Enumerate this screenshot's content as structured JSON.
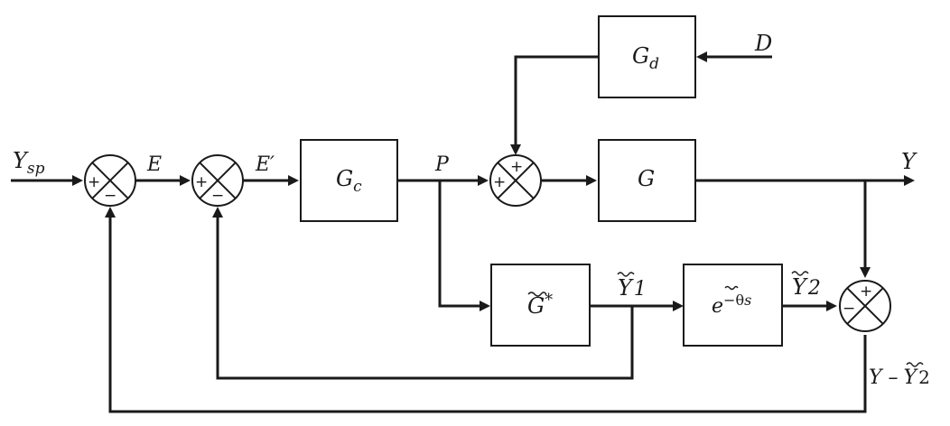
{
  "signals": {
    "setpoint": "Y",
    "setpoint_sub": "sp",
    "error": "E",
    "error_prime": "E′",
    "controller_output": "P",
    "output": "Y",
    "disturbance": "D",
    "model_output_1": "Y",
    "model_output_1_sub": "1",
    "model_output_2": "Y",
    "model_output_2_sub": "2",
    "feedback_label": "Y –",
    "feedback_label_var": "Y",
    "feedback_label_sub": "2"
  },
  "blocks": {
    "controller": {
      "main": "G",
      "sub": "c"
    },
    "process": {
      "main": "G"
    },
    "disturbance_tf": {
      "main": "G",
      "sub": "d"
    },
    "model_no_delay": {
      "main": "G",
      "sup": "*"
    },
    "delay": {
      "base": "e",
      "exp_sign": "−",
      "exp_var": "θ",
      "exp_s": "s"
    }
  },
  "junction_signs": {
    "sum1": {
      "left": "+",
      "bottom": "−"
    },
    "sum2": {
      "left": "+",
      "bottom": "−"
    },
    "sum3": {
      "left": "+",
      "top": "+"
    },
    "sum4": {
      "top": "+",
      "left": "−"
    }
  }
}
